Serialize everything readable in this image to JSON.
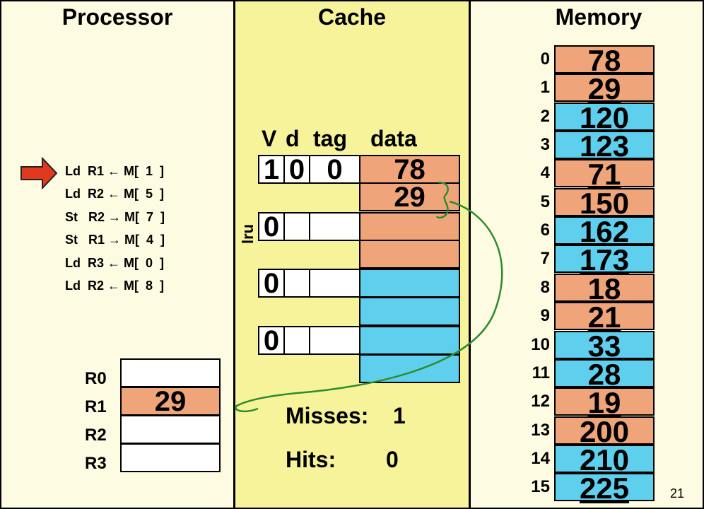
{
  "processor": {
    "title": "Processor",
    "instructions": [
      "Ld  R1 ← M[  1  ]",
      "Ld  R2 ← M[  5  ]",
      "St   R2 → M[  7  ]",
      "St   R1 → M[  4  ]",
      "Ld  R3 ← M[  0  ]",
      "Ld  R2 ← M[  8  ]"
    ],
    "registers": [
      {
        "name": "R0",
        "value": ""
      },
      {
        "name": "R1",
        "value": "29"
      },
      {
        "name": "R2",
        "value": ""
      },
      {
        "name": "R3",
        "value": ""
      }
    ]
  },
  "cache": {
    "title": "Cache",
    "headers": {
      "v": "V",
      "d": "d",
      "tag": "tag",
      "data": "data"
    },
    "lru_label": "lru",
    "lines": [
      {
        "v": "1",
        "d": "0",
        "tag": "0",
        "data": [
          "78",
          "29"
        ]
      },
      {
        "v": "0",
        "d": "",
        "tag": "",
        "data": [
          "",
          ""
        ]
      },
      {
        "v": "0",
        "d": "",
        "tag": "",
        "data": [
          "",
          ""
        ]
      },
      {
        "v": "0",
        "d": "",
        "tag": "",
        "data": [
          "",
          ""
        ]
      }
    ],
    "misses_label": "Misses:",
    "misses": "1",
    "hits_label": "Hits:",
    "hits": "0"
  },
  "memory": {
    "title": "Memory",
    "cells": [
      {
        "addr": "0",
        "value": "78"
      },
      {
        "addr": "1",
        "value": "29"
      },
      {
        "addr": "2",
        "value": "120"
      },
      {
        "addr": "3",
        "value": "123"
      },
      {
        "addr": "4",
        "value": "71"
      },
      {
        "addr": "5",
        "value": "150"
      },
      {
        "addr": "6",
        "value": "162"
      },
      {
        "addr": "7",
        "value": "173"
      },
      {
        "addr": "8",
        "value": "18"
      },
      {
        "addr": "9",
        "value": "21"
      },
      {
        "addr": "10",
        "value": "33"
      },
      {
        "addr": "11",
        "value": "28"
      },
      {
        "addr": "12",
        "value": "19"
      },
      {
        "addr": "13",
        "value": "200"
      },
      {
        "addr": "14",
        "value": "210"
      },
      {
        "addr": "15",
        "value": "225"
      }
    ]
  },
  "slide_number": "21",
  "colors": {
    "orange": "#f0a47a",
    "blue": "#5fcfee",
    "cache_bg": "#f7f39a",
    "arrow": "#e03a1e",
    "annotation": "#2e8b2e"
  }
}
